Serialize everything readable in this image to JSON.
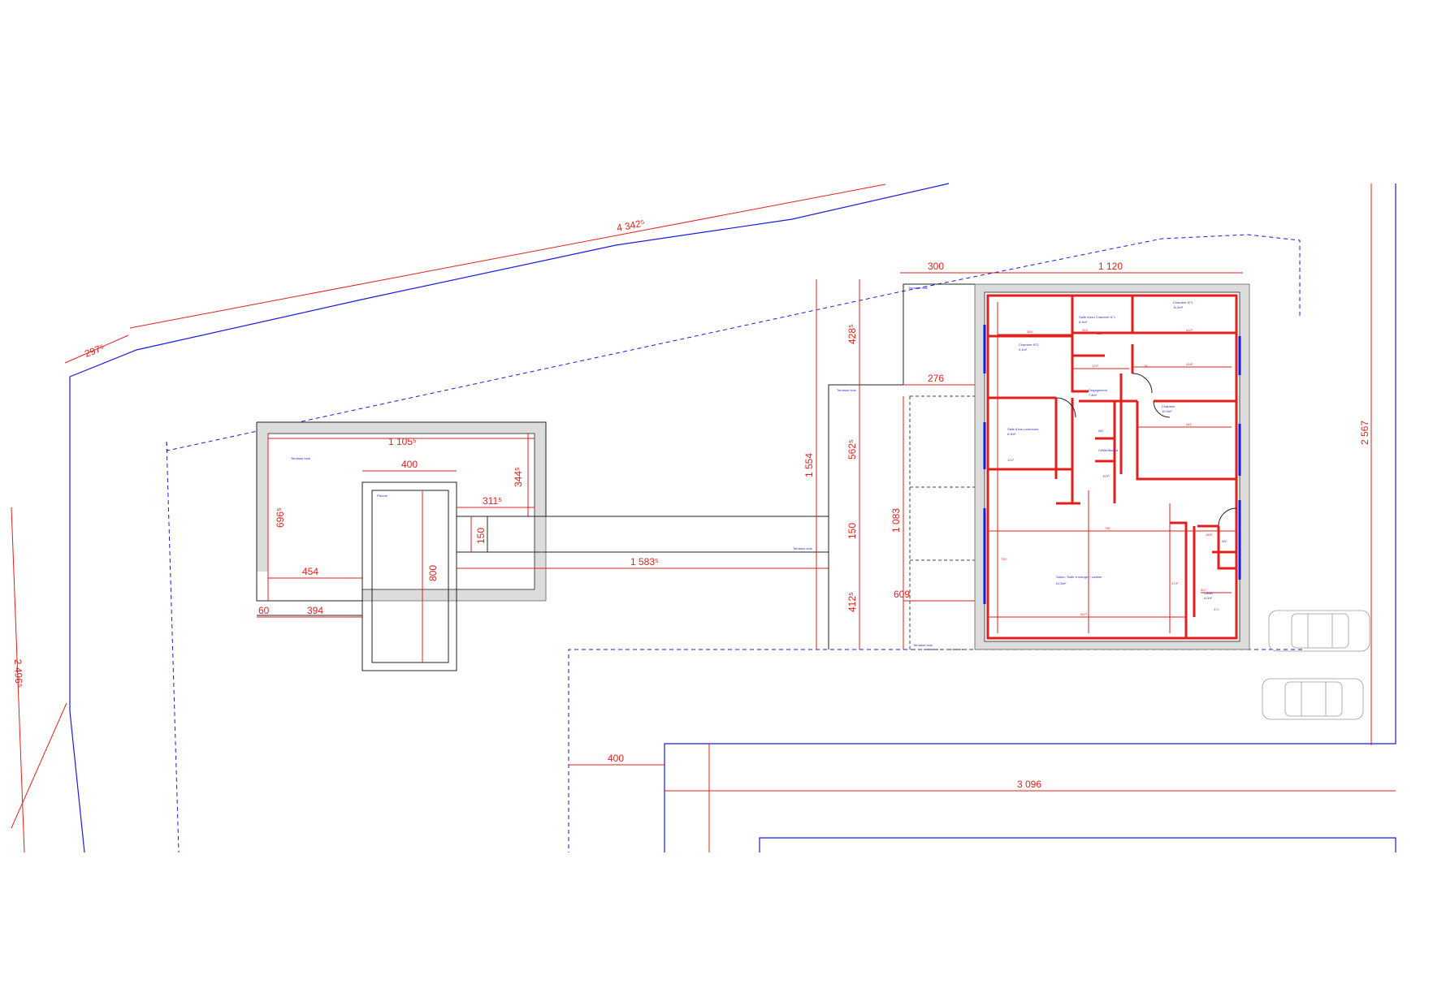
{
  "colors": {
    "dimension": "#e0201c",
    "boundary": "#1a1ae0",
    "outline": "#222222"
  },
  "dimensions": {
    "top_boundary": "4 342⁵",
    "top_left": "297⁵",
    "left_side": "2 496⁵",
    "house_offset": "300",
    "house_width": "1 120",
    "terrace_offset": "276",
    "height_a": "428⁵",
    "height_b": "562⁵",
    "height_c": "150",
    "height_d": "412⁵",
    "total_height": "1 554",
    "garage_height": "1 083",
    "garage_width": "609",
    "right_side": "2 567",
    "road_offset": "400",
    "road_width": "3 096",
    "terrace_width": "1 105⁵",
    "terrace_height": "696⁵",
    "terrace_right": "344⁵",
    "pool_width": "400",
    "pool_length": "800",
    "pool_offset": "311⁵",
    "path_width": "150",
    "path_length": "1 583⁵",
    "terrace_left": "454",
    "small_a": "60",
    "small_b": "394"
  },
  "labels": {
    "terrace_pool": "Terrasse bois",
    "pool": "Piscine",
    "terrace_path": "Terrasse bois",
    "terrace_north": "Terrasse bois",
    "terrace_house_left": "Terrasse bois",
    "terrace_garage": "Terrasse bois",
    "bedroom_2": "Chambre N°2",
    "bedroom_2_area": "9,4m²",
    "bathroom_1": "Salle d'eau Chambre N°1",
    "bathroom_1_area": "6,4m²",
    "bedroom_1": "Chambre N°1",
    "bedroom_1_area": "11,5m²",
    "hallway": "Dégagement",
    "hallway_area": "7,8m²",
    "bathroom_common": "Salle d'eau commune",
    "bathroom_common_area": "6,9m²",
    "wc": "WC",
    "laundry": "Cellier/Buand.",
    "bedroom": "Chambre",
    "bedroom_area": "10,9m²",
    "living": "Salon / Salle à manger / cuisine",
    "living_area": "51,8m²",
    "storage": "Cellier",
    "storage_area": "4,0m²",
    "wc2": "WC",
    "etp": "ETP"
  },
  "room_dims": {
    "r1": "355",
    "r2": "393",
    "r3": "283⁵",
    "r4": "412⁵",
    "r5": "121⁵",
    "r6": "418⁵",
    "r7": "442",
    "r8": "121⁵",
    "r9": "74",
    "r10": "785",
    "r11": "567⁵",
    "r12": "183⁵",
    "r13": "700",
    "r14": "474⁵",
    "r15": "307",
    "r16": "371"
  }
}
